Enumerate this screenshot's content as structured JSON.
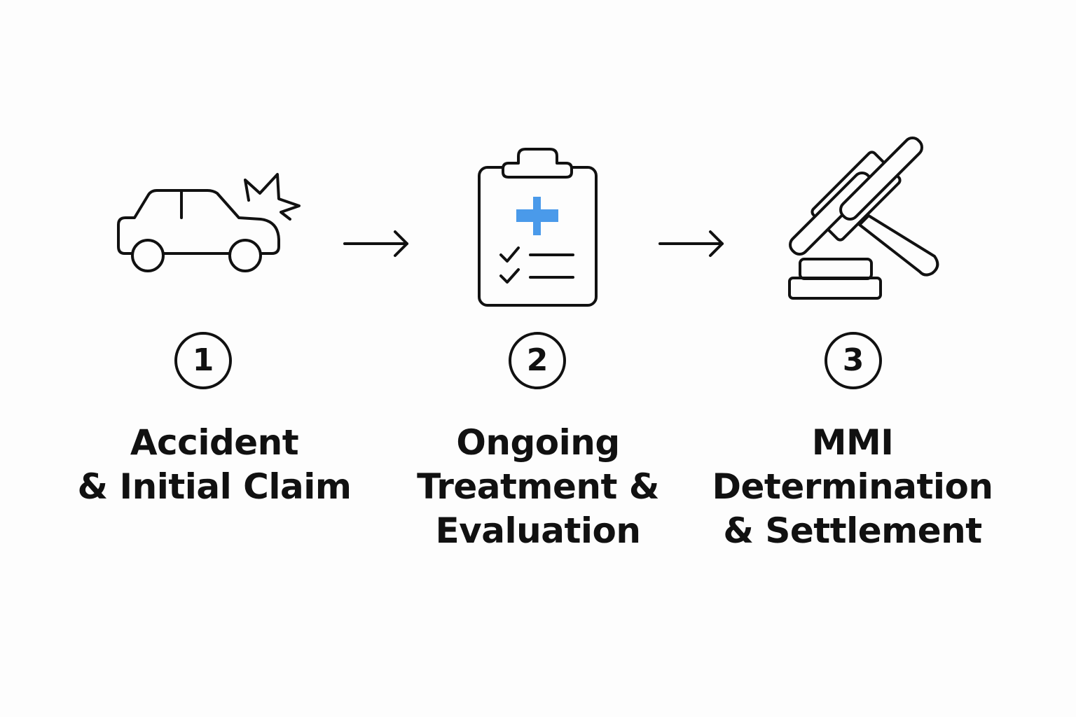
{
  "colors": {
    "ink": "#111111",
    "accent": "#4a9aea",
    "background": "#fdfdfd"
  },
  "steps": [
    {
      "number": "1",
      "icon": "car-crash-icon",
      "label_lines": [
        "Accident",
        "& Initial Claim"
      ]
    },
    {
      "number": "2",
      "icon": "medical-clipboard-icon",
      "label_lines": [
        "Ongoing",
        "Treatment &",
        "Evaluation"
      ]
    },
    {
      "number": "3",
      "icon": "gavel-icon",
      "label_lines": [
        "MMI",
        "Determination",
        "& Settlement"
      ]
    }
  ],
  "connectors": [
    {
      "icon": "arrow-right-icon"
    },
    {
      "icon": "arrow-right-icon"
    }
  ]
}
